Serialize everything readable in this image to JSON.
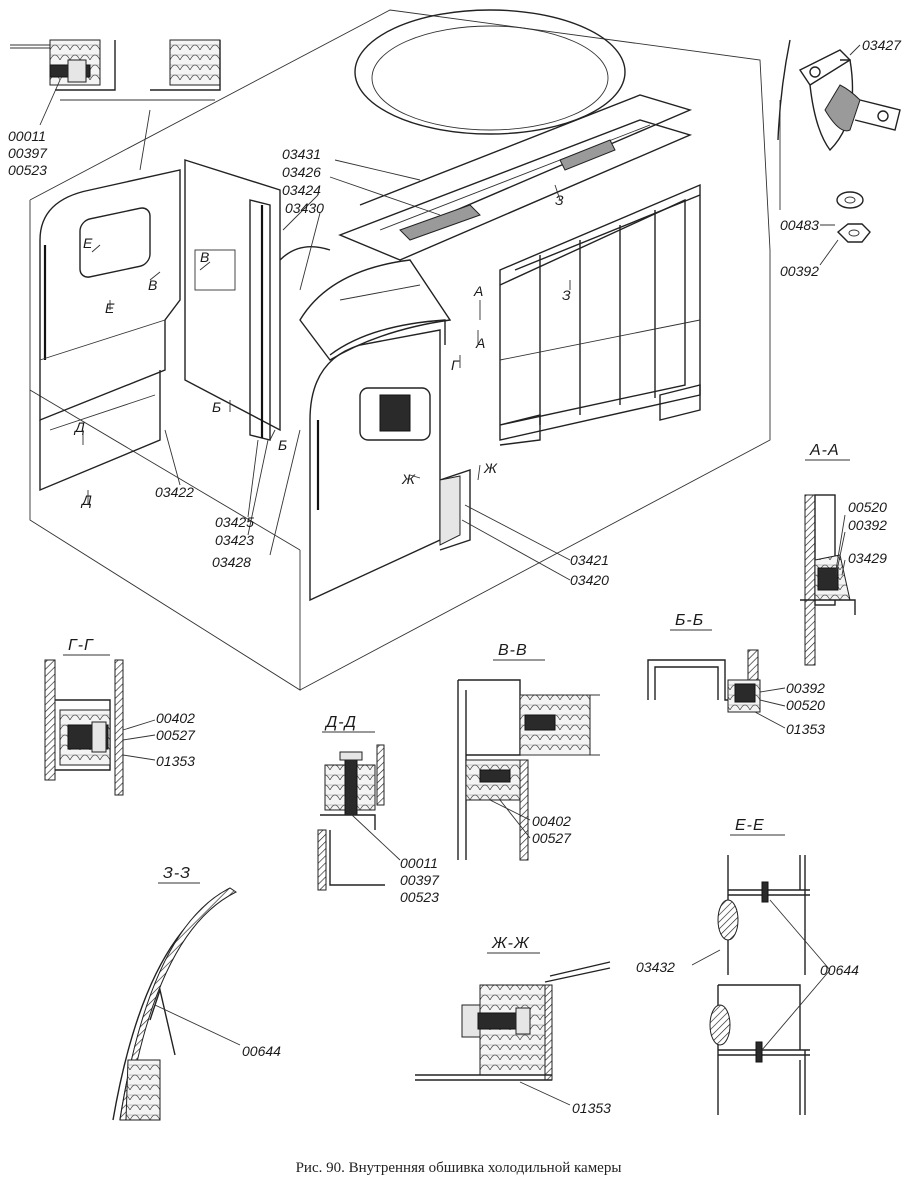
{
  "caption": "Рис. 90. Внутренняя обшивка холодильной камеры",
  "part_labels": {
    "p03427": "03427",
    "p00483": "00483",
    "p00392": "00392",
    "p03431": "03431",
    "p03426": "03426",
    "p03424": "03424",
    "p03430": "03430",
    "p03422": "03422",
    "p03425": "03425",
    "p03423": "03423",
    "p03428": "03428",
    "p03421": "03421",
    "p03420": "03420",
    "tl_1": "00011",
    "tl_2": "00397",
    "tl_3": "00523",
    "aa_1": "00520",
    "aa_2": "00392",
    "aa_3": "03429",
    "bb_1": "00392",
    "bb_2": "00520",
    "bb_3": "01353",
    "gg_1": "00402",
    "gg_2": "00527",
    "gg_3": "01353",
    "vv_1": "00402",
    "vv_2": "00527",
    "dd_1": "00011",
    "dd_2": "00397",
    "dd_3": "00523",
    "ee_1": "03432",
    "ee_2": "00644",
    "zz_1": "00644",
    "zhzh_1": "01353"
  },
  "section_titles": {
    "aa": "А-А",
    "bb": "Б-Б",
    "gg": "Г-Г",
    "vv": "В-В",
    "dd": "Д-Д",
    "ee": "Е-Е",
    "zz": "З-З",
    "zhzh": "Ж-Ж"
  },
  "cut_marks": {
    "v1": "В",
    "v2": "В",
    "e1": "Е",
    "e2": "Е",
    "d1": "Д",
    "d2": "Д",
    "b1": "Б",
    "b2": "Б",
    "z1": "З",
    "z2": "З",
    "a1": "А",
    "a2": "А",
    "g1": "Г",
    "zh1": "Ж",
    "zh2": "Ж"
  }
}
